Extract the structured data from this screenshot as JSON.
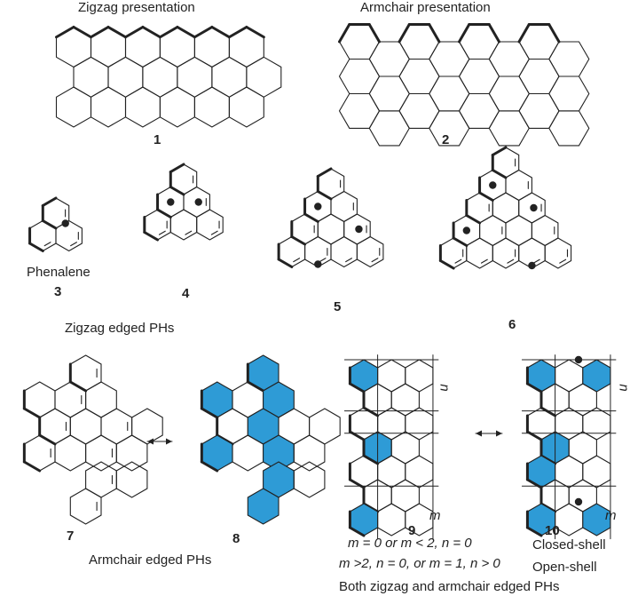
{
  "headings": {
    "zigzag_presentation": "Zigzag presentation",
    "armchair_presentation": "Armchair presentation",
    "zigzag_edged": "Zigzag edged PHs",
    "armchair_edged": "Armchair edged PHs",
    "both_edged": "Both zigzag and armchair edged PHs"
  },
  "compounds": {
    "c1": "1",
    "c2": "2",
    "c3": "3",
    "c4": "4",
    "c5": "5",
    "c6": "6",
    "c7": "7",
    "c8": "8",
    "c9": "9",
    "c10": "10",
    "phenalene": "Phenalene"
  },
  "conditions": {
    "closed": "m = 0 or m < 2, n = 0",
    "open": "m >2, n = 0, or m = 1, n > 0",
    "closed_label": "Closed-shell",
    "open_label": "Open-shell",
    "var_m": "m",
    "var_n": "n"
  },
  "colors": {
    "fill_ring": "#2e9bd6",
    "stroke": "#222222",
    "background": "#ffffff"
  }
}
